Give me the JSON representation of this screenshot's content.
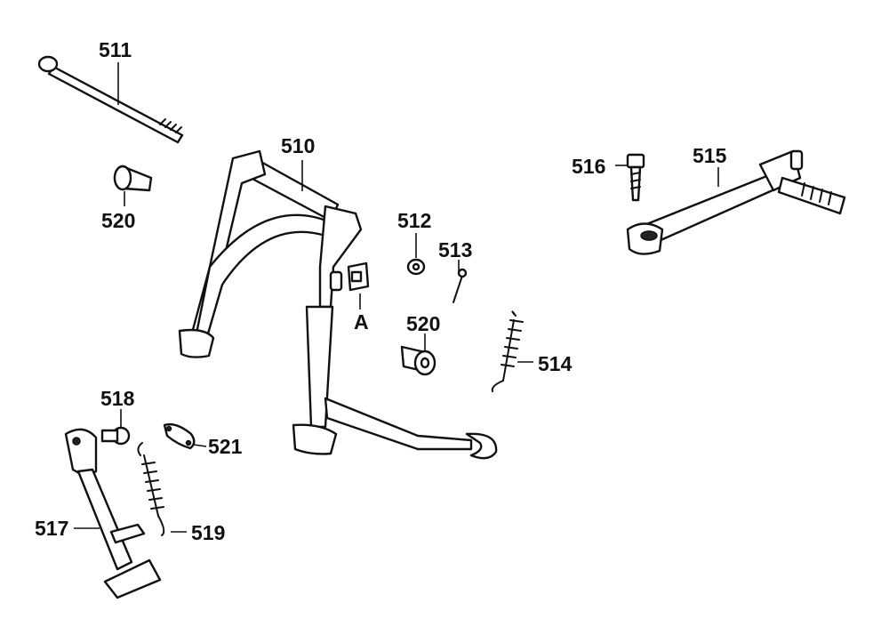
{
  "labels": {
    "p510": "510",
    "p511": "511",
    "p512": "512",
    "p513": "513",
    "p514": "514",
    "p515": "515",
    "p516": "516",
    "p517": "517",
    "p518": "518",
    "p519": "519",
    "p520a": "520",
    "p520b": "520",
    "p521": "521",
    "markA": "A"
  }
}
